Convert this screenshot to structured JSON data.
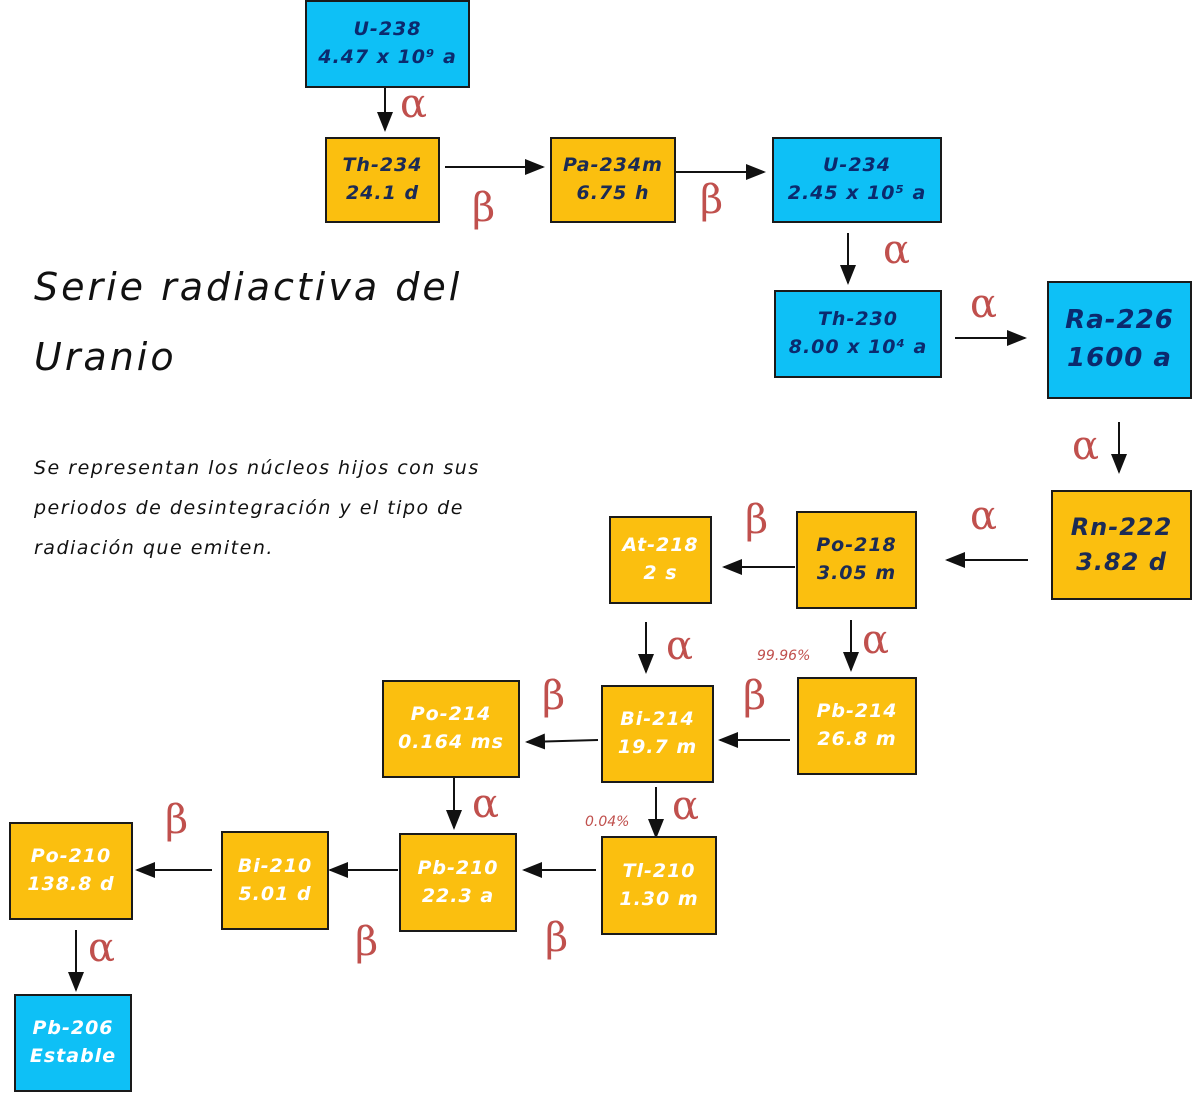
{
  "title": {
    "line1": "Serie radiactiva del",
    "line2": "Uranio"
  },
  "description": "Se representan los núcleos hijos con sus periodos de desintegración y el tipo de radiación que emiten.",
  "colors": {
    "parent_blue": "#0ec0f6",
    "daughter_yellow": "#fbbf0f",
    "decay_label": "#c0504d"
  },
  "nodes": {
    "u238": {
      "name": "U-238",
      "halflife": "4.47 x 10⁹ a"
    },
    "th234": {
      "name": "Th-234",
      "halflife": "24.1 d"
    },
    "pa234m": {
      "name": "Pa-234m",
      "halflife": "6.75 h"
    },
    "u234": {
      "name": "U-234",
      "halflife": "2.45 x 10⁵ a"
    },
    "th230": {
      "name": "Th-230",
      "halflife": "8.00 x 10⁴ a"
    },
    "ra226": {
      "name": "Ra-226",
      "halflife": "1600 a"
    },
    "rn222": {
      "name": "Rn-222",
      "halflife": "3.82 d"
    },
    "po218": {
      "name": "Po-218",
      "halflife": "3.05 m"
    },
    "at218": {
      "name": "At-218",
      "halflife": "2 s"
    },
    "pb214": {
      "name": "Pb-214",
      "halflife": "26.8 m"
    },
    "bi214": {
      "name": "Bi-214",
      "halflife": "19.7 m"
    },
    "po214": {
      "name": "Po-214",
      "halflife": "0.164 ms"
    },
    "tl210": {
      "name": "Tl-210",
      "halflife": "1.30 m"
    },
    "pb210": {
      "name": "Pb-210",
      "halflife": "22.3 a"
    },
    "bi210": {
      "name": "Bi-210",
      "halflife": "5.01 d"
    },
    "po210": {
      "name": "Po-210",
      "halflife": "138.8 d"
    },
    "pb206": {
      "name": "Pb-206",
      "halflife": "Estable"
    }
  },
  "decays": {
    "u238_th234": "α",
    "th234_pa234m": "β",
    "pa234m_u234": "β",
    "u234_th230": "α",
    "th230_ra226": "α",
    "ra226_rn222": "α",
    "rn222_po218": "α",
    "po218_at218": "β",
    "at218_bi214": "α",
    "po218_pb214": "α",
    "pb214_bi214": "β",
    "bi214_po214": "β",
    "po214_pb210": "α",
    "bi214_tl210": "α",
    "tl210_pb210": "β",
    "pb210_bi210": "β",
    "bi210_po210": "β",
    "po210_pb206": "α"
  },
  "branching": {
    "pb214_pct": "99.96%",
    "tl210_pct": "0.04%"
  }
}
